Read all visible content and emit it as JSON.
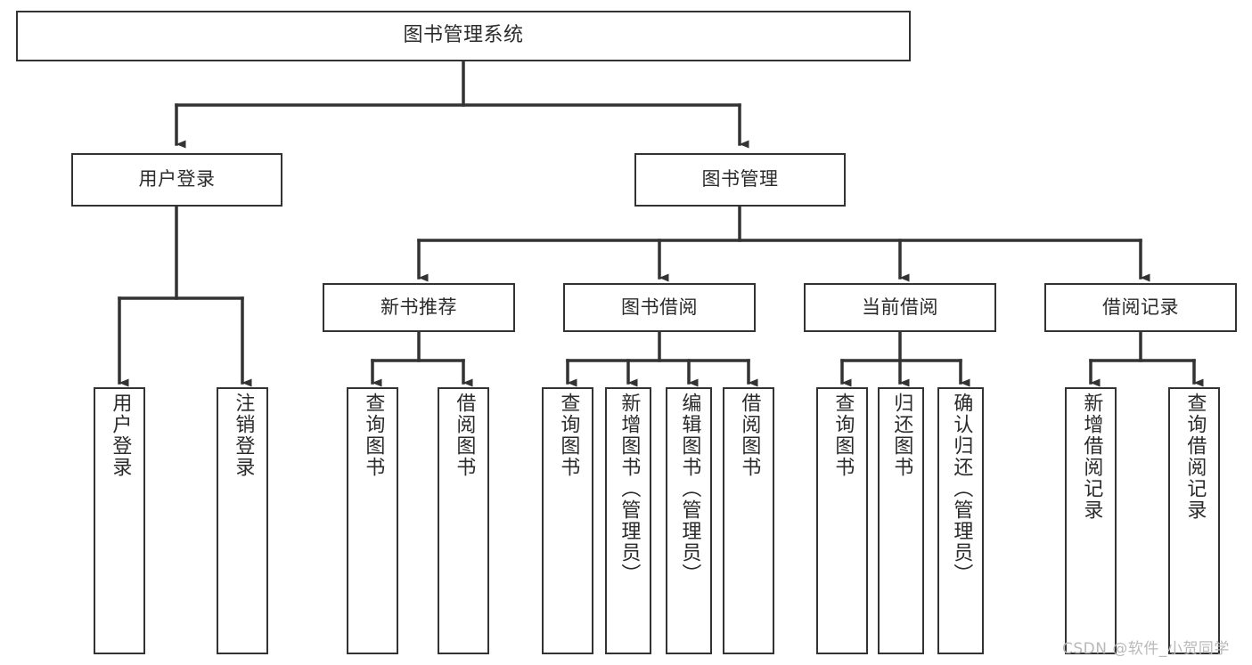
{
  "diagram": {
    "type": "tree-hierarchy",
    "title": "图书管理系统",
    "watermark": "CSDN @软件_小贺同学",
    "colors": {
      "box_border": "#333333",
      "box_fill": "#ffffff",
      "edge": "#333333",
      "text": "#2b2b2b",
      "watermark": "#b9b9b9",
      "background": "#ffffff"
    },
    "nodes": {
      "root": {
        "label": "图书管理系统"
      },
      "level1": [
        {
          "id": "user-login",
          "label": "用户登录"
        },
        {
          "id": "book-manage",
          "label": "图书管理"
        }
      ],
      "level2": [
        {
          "id": "new-book-recommend",
          "label": "新书推荐"
        },
        {
          "id": "book-borrow",
          "label": "图书借阅"
        },
        {
          "id": "current-borrow",
          "label": "当前借阅"
        },
        {
          "id": "borrow-record",
          "label": "借阅记录"
        }
      ],
      "leaves": {
        "user_login": [
          {
            "id": "leaf-user-login",
            "label": "用户登录"
          },
          {
            "id": "leaf-logout-login",
            "label": "注销登录"
          }
        ],
        "new_book_recommend": [
          {
            "id": "leaf-query-book-1",
            "label": "查询图书"
          },
          {
            "id": "leaf-borrow-book-1",
            "label": "借阅图书"
          }
        ],
        "book_borrow": [
          {
            "id": "leaf-query-book-2",
            "label": "查询图书"
          },
          {
            "id": "leaf-add-book",
            "label": "新增图书（管理员）"
          },
          {
            "id": "leaf-edit-book",
            "label": "编辑图书（管理员）"
          },
          {
            "id": "leaf-borrow-book-2",
            "label": "借阅图书"
          }
        ],
        "current_borrow": [
          {
            "id": "leaf-query-book-3",
            "label": "查询图书"
          },
          {
            "id": "leaf-return-book",
            "label": "归还图书"
          },
          {
            "id": "leaf-confirm-return",
            "label": "确认归还（管理员）"
          }
        ],
        "borrow_record": [
          {
            "id": "leaf-add-record",
            "label": "新增借阅记录"
          },
          {
            "id": "leaf-query-record",
            "label": "查询借阅记录"
          }
        ]
      }
    }
  }
}
